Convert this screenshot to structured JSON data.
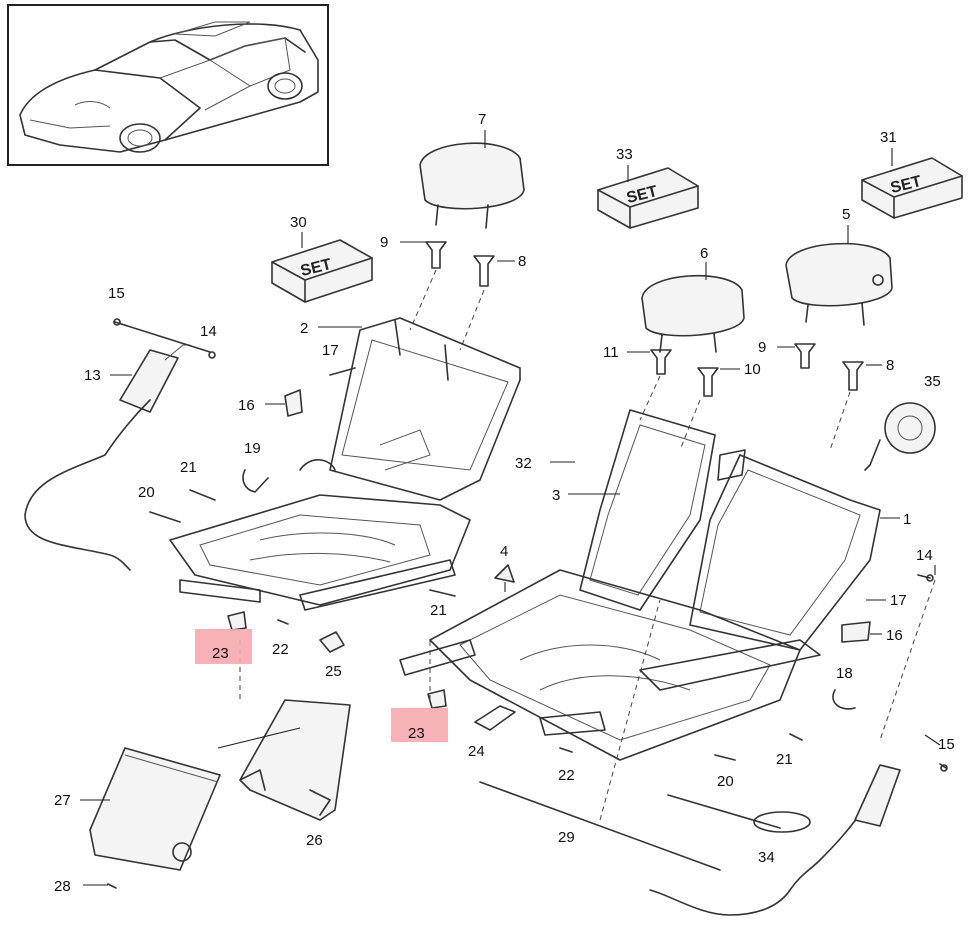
{
  "callouts": [
    "1",
    "2",
    "3",
    "4",
    "5",
    "6",
    "7",
    "8",
    "9",
    "10",
    "11",
    "13",
    "14",
    "15",
    "16",
    "17",
    "18",
    "19",
    "20",
    "21",
    "22",
    "23",
    "24",
    "25",
    "26",
    "27",
    "28",
    "29",
    "30",
    "31",
    "32",
    "33",
    "34",
    "35"
  ],
  "set_label": "SET",
  "colors": {
    "highlight": "#f7a8ae",
    "line": "#333333",
    "background": "#ffffff"
  }
}
